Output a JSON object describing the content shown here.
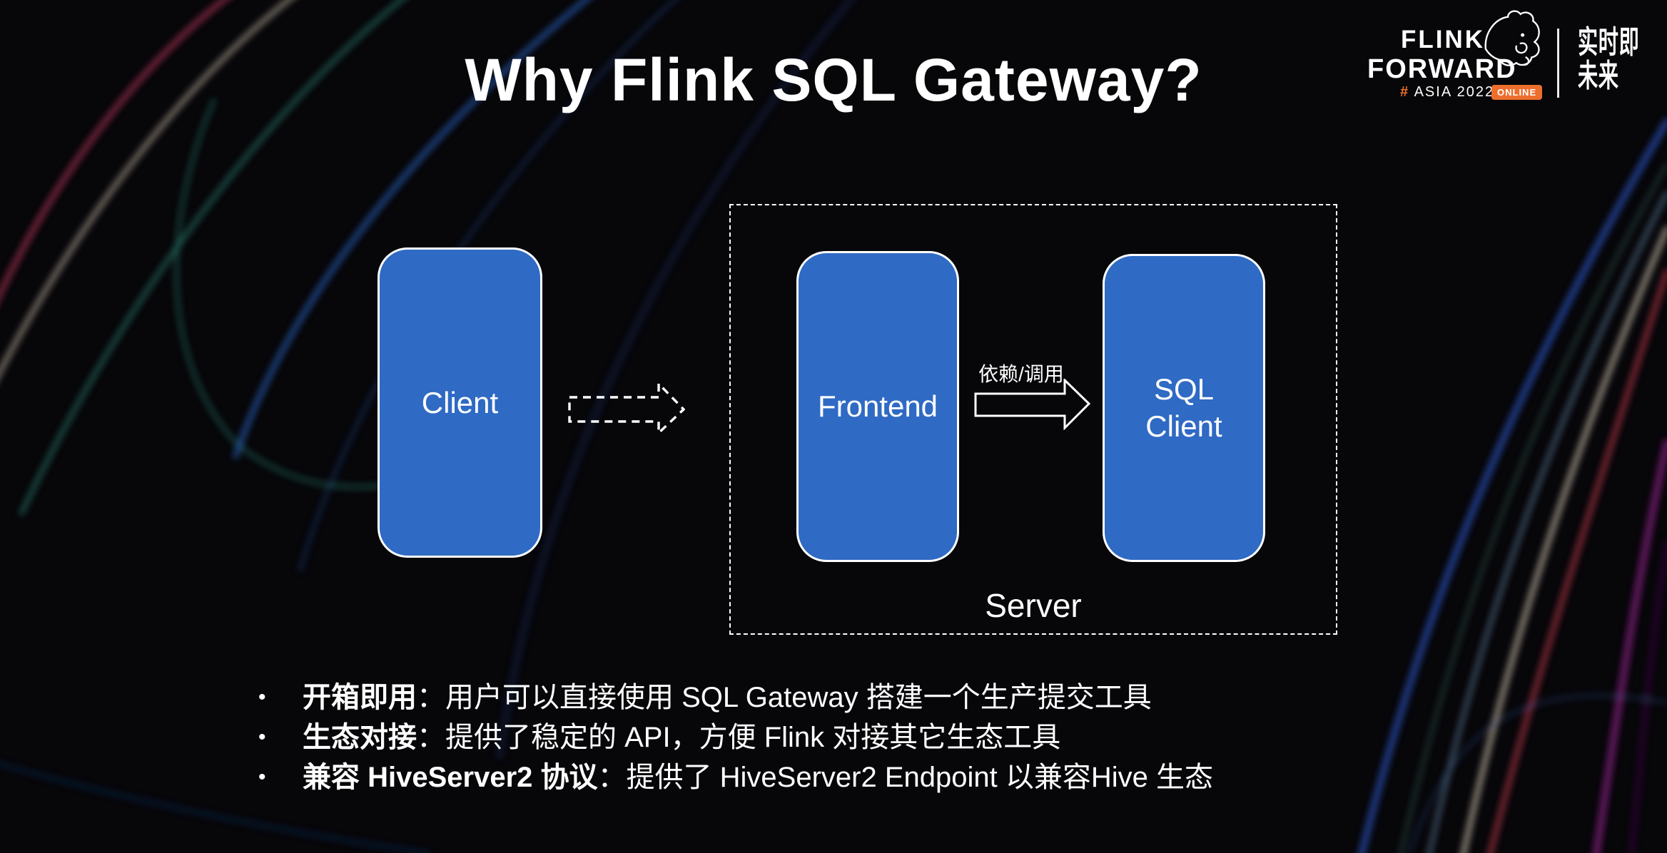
{
  "slide": {
    "title": "Why Flink SQL Gateway?"
  },
  "logo": {
    "line1": "FLINK",
    "line2": "FORWARD",
    "hash": "#",
    "asia": "ASIA 2022",
    "online": "ONLINE",
    "tagline_line1": "实时即",
    "tagline_line2": "未来",
    "accent_orange": "#ED6E2D"
  },
  "diagram": {
    "client_label": "Client",
    "frontend_label": "Frontend",
    "sql_client_line1": "SQL",
    "sql_client_line2": "Client",
    "server_label": "Server",
    "arrow_label": "依赖/调用",
    "box_color": "#2F6AC4"
  },
  "bullets": [
    {
      "bold": "开箱即用",
      "rest": "：用户可以直接使用 SQL Gateway 搭建一个生产提交工具"
    },
    {
      "bold": "生态对接",
      "rest": "：提供了稳定的 API，方便 Flink 对接其它生态工具"
    },
    {
      "bold": "兼容 HiveServer2 协议",
      "rest": "：提供了 HiveServer2 Endpoint 以兼容Hive 生态"
    }
  ]
}
